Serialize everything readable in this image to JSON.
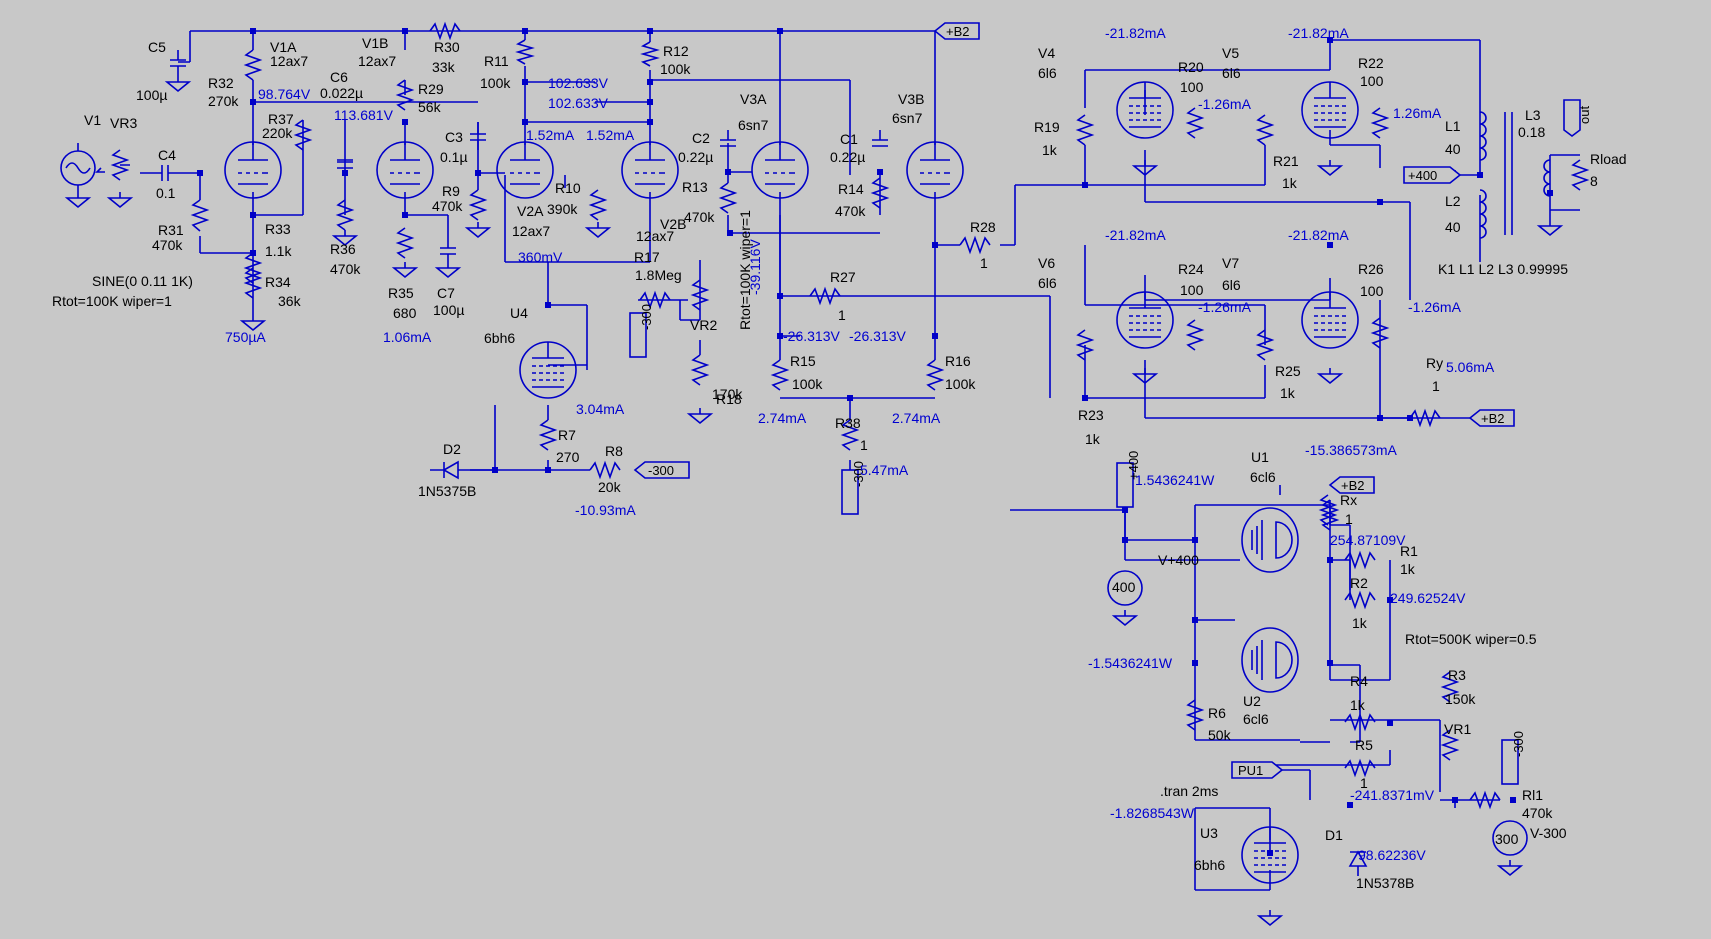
{
  "colors": {
    "background": "#c8c8c8",
    "wire": "#0000c8",
    "label": "#000000",
    "annotation": "#0000d0"
  },
  "sources": {
    "V1": {
      "name": "V1"
    },
    "V400": {
      "name": "V+400",
      "value": "400"
    },
    "V300": {
      "name": "V-300",
      "value": "300"
    },
    "sine": "SINE(0 0.11 1K)",
    "vr3_param": "Rtot=100K wiper=1",
    "vr2_param": "Rtot=100K wiper=1",
    "vr1_param": "Rtot=500K wiper=0.5",
    "tran": ".tran 2ms",
    "coupling": "K1 L1 L2 L3 0.99995"
  },
  "tubes": [
    {
      "ref": "V1A",
      "model": "12ax7"
    },
    {
      "ref": "V1B",
      "model": "12ax7"
    },
    {
      "ref": "V2A",
      "model": "12ax7"
    },
    {
      "ref": "V2B",
      "model": "12ax7"
    },
    {
      "ref": "V3A",
      "model": "6sn7"
    },
    {
      "ref": "V3B",
      "model": "6sn7"
    },
    {
      "ref": "V4",
      "model": "6l6"
    },
    {
      "ref": "V5",
      "model": "6l6"
    },
    {
      "ref": "V6",
      "model": "6l6"
    },
    {
      "ref": "V7",
      "model": "6l6"
    },
    {
      "ref": "U4",
      "model": "6bh6"
    },
    {
      "ref": "U1",
      "model": "6cl6"
    },
    {
      "ref": "U2",
      "model": "6cl6"
    },
    {
      "ref": "U3",
      "model": "6bh6"
    }
  ],
  "resistors": [
    {
      "ref": "R32",
      "value": "270k"
    },
    {
      "ref": "R37",
      "value": "220k"
    },
    {
      "ref": "R31",
      "value": "470k"
    },
    {
      "ref": "R33",
      "value": "1.1k"
    },
    {
      "ref": "R34",
      "value": "36k"
    },
    {
      "ref": "R30",
      "value": "33k"
    },
    {
      "ref": "R29",
      "value": "56k"
    },
    {
      "ref": "R36",
      "value": "470k"
    },
    {
      "ref": "R35",
      "value": "680"
    },
    {
      "ref": "R11",
      "value": "100k"
    },
    {
      "ref": "R12",
      "value": "100k"
    },
    {
      "ref": "R9",
      "value": "470k"
    },
    {
      "ref": "R10",
      "value": "390k"
    },
    {
      "ref": "R13",
      "value": "470k"
    },
    {
      "ref": "R14",
      "value": "470k"
    },
    {
      "ref": "R17",
      "value": "1.8Meg"
    },
    {
      "ref": "R18",
      "value": "170k"
    },
    {
      "ref": "R27",
      "value": "1"
    },
    {
      "ref": "R28",
      "value": "1"
    },
    {
      "ref": "R15",
      "value": "100k"
    },
    {
      "ref": "R16",
      "value": "100k"
    },
    {
      "ref": "R38",
      "value": "1"
    },
    {
      "ref": "R7",
      "value": "270"
    },
    {
      "ref": "R8",
      "value": "20k"
    },
    {
      "ref": "R19",
      "value": "1k"
    },
    {
      "ref": "R20",
      "value": "100"
    },
    {
      "ref": "R21",
      "value": "1k"
    },
    {
      "ref": "R22",
      "value": "100"
    },
    {
      "ref": "R23",
      "value": "1k"
    },
    {
      "ref": "R24",
      "value": "100"
    },
    {
      "ref": "R25",
      "value": "1k"
    },
    {
      "ref": "R26",
      "value": "100"
    },
    {
      "ref": "Ry",
      "value": "1"
    },
    {
      "ref": "Rx",
      "value": "1"
    },
    {
      "ref": "R1",
      "value": "1k"
    },
    {
      "ref": "R2",
      "value": "1k"
    },
    {
      "ref": "R3",
      "value": "150k"
    },
    {
      "ref": "R4",
      "value": "1k"
    },
    {
      "ref": "R5",
      "value": "1"
    },
    {
      "ref": "R6",
      "value": "50k"
    },
    {
      "ref": "Rl1",
      "value": "470k"
    },
    {
      "ref": "Rload",
      "value": "8"
    }
  ],
  "capacitors": [
    {
      "ref": "C5",
      "value": "100µ"
    },
    {
      "ref": "C4",
      "value": "0.1"
    },
    {
      "ref": "C6",
      "value": "0.022µ"
    },
    {
      "ref": "C7",
      "value": "100µ"
    },
    {
      "ref": "C3",
      "value": "0.1µ"
    },
    {
      "ref": "C2",
      "value": "0.22µ"
    },
    {
      "ref": "C1",
      "value": "0.22µ"
    }
  ],
  "inductors": [
    {
      "ref": "L1",
      "value": "40"
    },
    {
      "ref": "L2",
      "value": "40"
    },
    {
      "ref": "L3",
      "value": "0.18"
    }
  ],
  "pots": [
    "VR3",
    "VR2",
    "VR1"
  ],
  "diodes": [
    {
      "ref": "D2",
      "model": "1N5375B"
    },
    {
      "ref": "D1",
      "model": "1N5378B"
    }
  ],
  "nets": {
    "b2": "+B2",
    "p400": "+400",
    "m300": "-300",
    "out": "out",
    "pu1": "PU1"
  },
  "readings": {
    "v98764": "98.764V",
    "v113681": "113.681V",
    "v102633a": "102.633V",
    "v102633b": "102.633V",
    "ma152a": "1.52mA",
    "ma152b": "1.52mA",
    "mv360": "360mV",
    "v39116": "-39.116V",
    "v26313a": "-26.313V",
    "v26313b": "-26.313V",
    "ma274a": "2.74mA",
    "ma274b": "2.74mA",
    "ma547": "5.47mA",
    "ua750": "750µA",
    "ma106": "1.06mA",
    "ma304": "3.04mA",
    "ma1093": "-10.93mA",
    "ma2182a": "-21.82mA",
    "ma2182b": "-21.82mA",
    "ma2182c": "-21.82mA",
    "ma2182d": "-21.82mA",
    "ma126a": "-1.26mA",
    "ma126b": "1.26mA",
    "ma126c": "-1.26mA",
    "ma126d": "-1.26mA",
    "ma506": "5.06mA",
    "ma15386": "-15.386573mA",
    "w154a": "1.5436241W",
    "w154b": "-1.5436241W",
    "v25487": "254.87109V",
    "v24962": "249.62524V",
    "mv2418": "-241.8371mV",
    "w1826": "-1.8268543W",
    "v9862": "98.62236V"
  }
}
